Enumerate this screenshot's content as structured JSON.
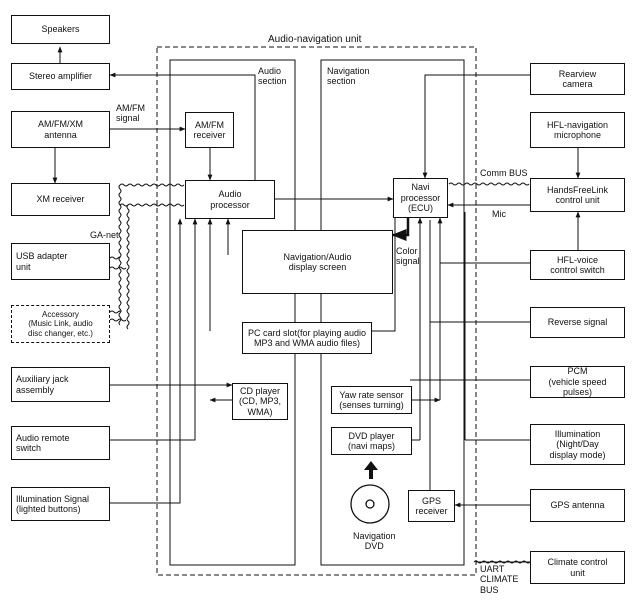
{
  "unit_title": "Audio-navigation unit",
  "audio_section": "Audio\nsection",
  "navigation_section": "Navigation\nsection",
  "left": {
    "speakers": "Speakers",
    "stereo_amplifier": "Stereo amplifier",
    "amfmxm_antenna": "AM/FM/XM\nantenna",
    "xm_receiver": "XM receiver",
    "usb_adapter": "USB adapter\nunit",
    "accessory": "Accessory\n(Music Link, audio\ndisc changer, etc.)",
    "aux_jack": "Auxiliary jack\nassembly",
    "audio_remote": "Audio remote\nswitch",
    "illumination_signal": "Illumination Signal\n(lighted buttons)"
  },
  "audio": {
    "amfm_receiver": "AM/FM\nreceiver",
    "audio_processor": "Audio\nprocessor",
    "cd_player": "CD player\n(CD, MP3,\nWMA)"
  },
  "center": {
    "display_screen": "Navigation/Audio\ndisplay screen",
    "pc_card": "PC card slot(for playing audio\nMP3 and WMA audio files)"
  },
  "nav": {
    "navi_processor": "Navi\nprocessor\n(ECU)",
    "yaw_sensor": "Yaw rate sensor\n(senses turning)",
    "dvd_player": "DVD player\n(navi maps)",
    "gps_receiver": "GPS\nreceiver",
    "navigation_dvd": "Navigation\nDVD"
  },
  "right": {
    "rearview_camera": "Rearview\ncamera",
    "hfl_microphone": "HFL-navigation\nmicrophone",
    "handsfreelink": "HandsFreeLink\ncontrol unit",
    "hfl_voice": "HFL-voice\ncontrol switch",
    "reverse_signal": "Reverse signal",
    "pcm": "PCM\n(vehicle speed pulses)",
    "illumination": "Illumination\n(Night/Day\ndisplay mode)",
    "gps_antenna": "GPS antenna",
    "climate": "Climate control\nunit"
  },
  "labels": {
    "amfm_signal": "AM/FM\nsignal",
    "ga_net": "GA-net",
    "comm_bus": "Comm BUS",
    "mic": "Mic",
    "color_signal": "Color\nsignal",
    "uart": "UART\nCLIMATE\nBUS"
  }
}
